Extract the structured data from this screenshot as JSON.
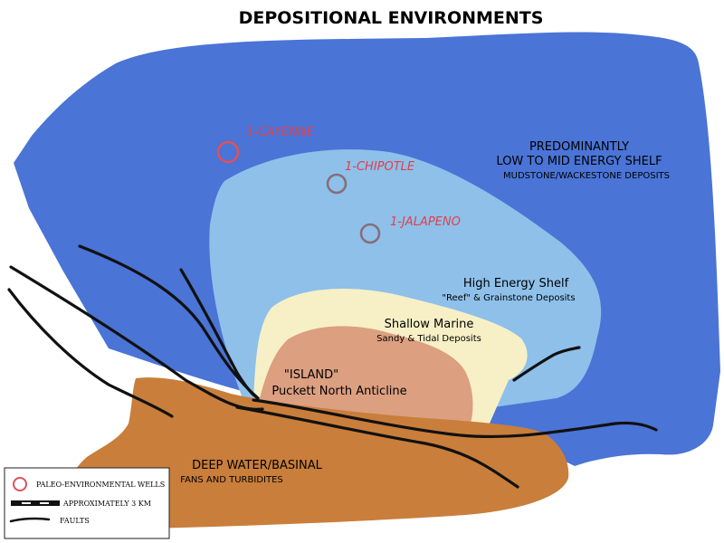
{
  "title": "DEPOSITIONAL ENVIRONMENTS",
  "zones": {
    "low_mid_shelf": {
      "line1": "PREDOMINANTLY",
      "line2": "LOW TO MID ENERGY SHELF",
      "line3": "MUDSTONE/WACKESTONE DEPOSITS",
      "color": "#4a74d6"
    },
    "high_energy_shelf": {
      "line1": "High Energy Shelf",
      "line2": "\"Reef\" & Grainstone Deposits",
      "color": "#8ec0ea"
    },
    "shallow_marine": {
      "line1": "Shallow Marine",
      "line2": "Sandy & Tidal Deposits",
      "color": "#f7f0c6"
    },
    "island": {
      "line1": "\"ISLAND\"",
      "line2": "Puckett North Anticline",
      "color": "#dc9f80"
    },
    "deep_water": {
      "line1": "DEEP WATER/BASINAL",
      "line2": "FANS AND TURBIDITES",
      "color": "#c97e3b"
    }
  },
  "wells": [
    {
      "name": "1-CAYENNE"
    },
    {
      "name": "1-CHIPOTLE"
    },
    {
      "name": "1-JALAPENO"
    }
  ],
  "colors": {
    "well_cayenne": "#e0505a",
    "well_other": "#876e78",
    "well_label": "#e0414b",
    "fault": "#111111"
  },
  "legend": {
    "wells": "PALEO-ENVIRONMENTAL WELLS",
    "scale": "APPROXIMATELY 3 KM",
    "faults": "FAULTS"
  }
}
